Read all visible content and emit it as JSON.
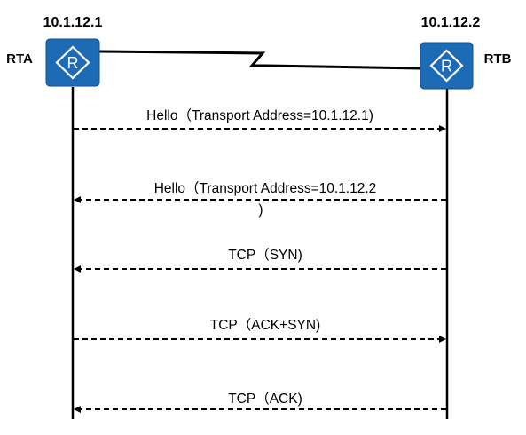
{
  "routers": [
    {
      "name": "RTA",
      "ip": "10.1.12.1",
      "icon": "router-icon",
      "symbol": "R"
    },
    {
      "name": "RTB",
      "ip": "10.1.12.2",
      "icon": "router-icon",
      "symbol": "R"
    }
  ],
  "colors": {
    "router_fill": "#1d6bb5",
    "router_border": "#0f4f8f",
    "line": "#000000"
  },
  "messages": [
    {
      "label_line1": "Hello（Transport Address=10.1.12.1)",
      "label_line2": "",
      "direction": "right"
    },
    {
      "label_line1": "Hello（Transport Address=10.1.12.2",
      "label_line2": ")",
      "direction": "left"
    },
    {
      "label_line1": "TCP（SYN)",
      "label_line2": "",
      "direction": "left"
    },
    {
      "label_line1": "TCP（ACK+SYN)",
      "label_line2": "",
      "direction": "right"
    },
    {
      "label_line1": "TCP（ACK)",
      "label_line2": "",
      "direction": "left"
    }
  ]
}
